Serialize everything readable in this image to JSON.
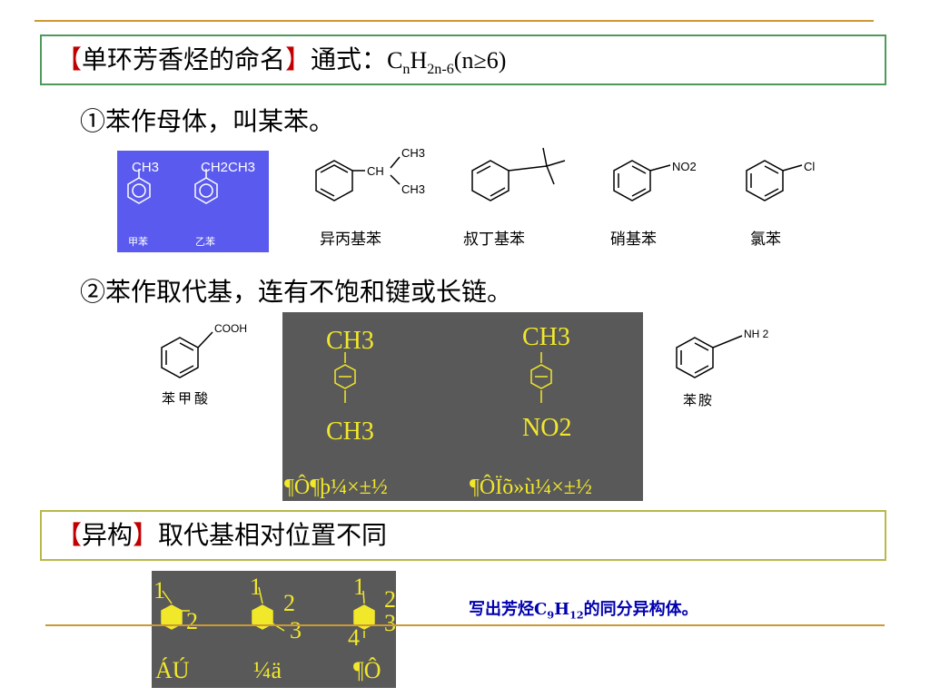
{
  "slide": {
    "heading1": {
      "bracket_open": "【",
      "title": "单环芳香烃的命名",
      "bracket_close": "】",
      "formula_prefix": "通式：",
      "formula_c": "C",
      "formula_n": "n",
      "formula_h": "H",
      "formula_sub": "2n-6",
      "formula_cond": "(n≥6)"
    },
    "point1": "①苯作母体，叫某苯。",
    "point2": "②苯作取代基，连有不饱和键或长链。",
    "heading2": {
      "bracket_open": "【",
      "title": "异构",
      "bracket_close": "】",
      "text": "取代基相对位置不同"
    },
    "note": {
      "prefix": "写出芳烃C",
      "sub1": "9",
      "mid": "H",
      "sub2": "12",
      "suffix": "的同分异构体。"
    }
  },
  "row1": {
    "toluene_group": "CH3",
    "ethylbenzene_group": "CH2CH3",
    "toluene_name": "甲苯",
    "ethylbenzene_name": "乙苯",
    "cumene_ch": "CH",
    "cumene_ch3_top": "CH3",
    "cumene_ch3_bottom": "CH3",
    "cumene_name": "异丙基苯",
    "tbutyl_name": "叔丁基苯",
    "nitro_group": "NO2",
    "nitro_name": "硝基苯",
    "chloro_group": "Cl",
    "chloro_name": "氯苯"
  },
  "row2": {
    "benzoic_group": "COOH",
    "benzoic_name": "苯甲酸",
    "pxylene_top": "CH3",
    "pxylene_bottom": "CH3",
    "pxylene_name": "¶Ô¶þ¼×±½",
    "pnitro_top": "CH3",
    "pnitro_bottom": "NO2",
    "pnitro_name": "¶ÔÏõ»ù¼×±½",
    "aniline_group": "NH 2",
    "aniline_name": "苯胺"
  },
  "isomers": {
    "ortho": {
      "n1": "1",
      "n2": "2",
      "label": "ÁÚ"
    },
    "meta": {
      "n1": "1",
      "n2": "2",
      "n3": "3",
      "label": "¼ä"
    },
    "para": {
      "n1": "1",
      "n2": "2",
      "n3": "3",
      "n4": "4",
      "label": "¶Ô"
    }
  }
}
